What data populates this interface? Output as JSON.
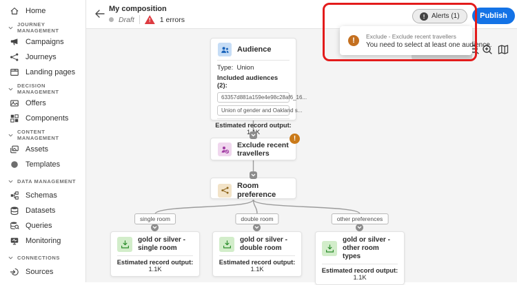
{
  "colors": {
    "accent_blue": "#1473e6",
    "annotation_red": "#e31b1b",
    "error_red": "#dd3b41",
    "notice_orange": "#ca7a19",
    "audience_blue": "#1862ba",
    "exclude_magenta": "#a13ba3",
    "room_brown": "#8a6116",
    "output_green": "#2b8c2b",
    "canvas_gray": "#f4f4f4"
  },
  "icons": {
    "exclamation": "!"
  },
  "sidebar": {
    "home_label": "Home",
    "sections": [
      {
        "label": "JOURNEY MANAGEMENT",
        "items": [
          {
            "label": "Campaigns"
          },
          {
            "label": "Journeys"
          },
          {
            "label": "Landing pages"
          }
        ]
      },
      {
        "label": "DECISION MANAGEMENT",
        "items": [
          {
            "label": "Offers"
          },
          {
            "label": "Components"
          }
        ]
      },
      {
        "label": "CONTENT MANAGEMENT",
        "items": [
          {
            "label": "Assets"
          },
          {
            "label": "Templates"
          }
        ]
      },
      {
        "label": "DATA MANAGEMENT",
        "items": [
          {
            "label": "Schemas"
          },
          {
            "label": "Datasets"
          },
          {
            "label": "Queries"
          },
          {
            "label": "Monitoring"
          }
        ]
      },
      {
        "label": "CONNECTIONS",
        "items": [
          {
            "label": "Sources"
          }
        ]
      }
    ]
  },
  "header": {
    "title": "My composition",
    "status": "Draft",
    "error_count": "1 errors",
    "alerts_button": "Alerts (1)",
    "publish_button": "Publish"
  },
  "alert_popup": {
    "title": "Exclude - Exclude recent travellers",
    "message": "You need to select at least one audience."
  },
  "canvas": {
    "audience_node": {
      "title": "Audience",
      "type_label": "Type:",
      "type_value": "Union",
      "included_label": "Included audiences (2):",
      "chips": [
        "63357d881a159e4e98c28af6_16...",
        "Union of gender and Oakland s..."
      ],
      "output_label": "Estimated record output:",
      "output_value": "1.1K"
    },
    "exclude_node": {
      "title": "Exclude recent travellers"
    },
    "room_node": {
      "title": "Room preference"
    },
    "branches": [
      {
        "pill": "single room",
        "title": "gold or silver - single room",
        "output_label": "Estimated record output:",
        "output_value": "1.1K"
      },
      {
        "pill": "double room",
        "title": "gold or silver - double room",
        "output_label": "Estimated record output:",
        "output_value": "1.1K"
      },
      {
        "pill": "other preferences",
        "title": "gold or silver - other room types",
        "output_label": "Estimated record output:",
        "output_value": "1.1K"
      }
    ]
  }
}
